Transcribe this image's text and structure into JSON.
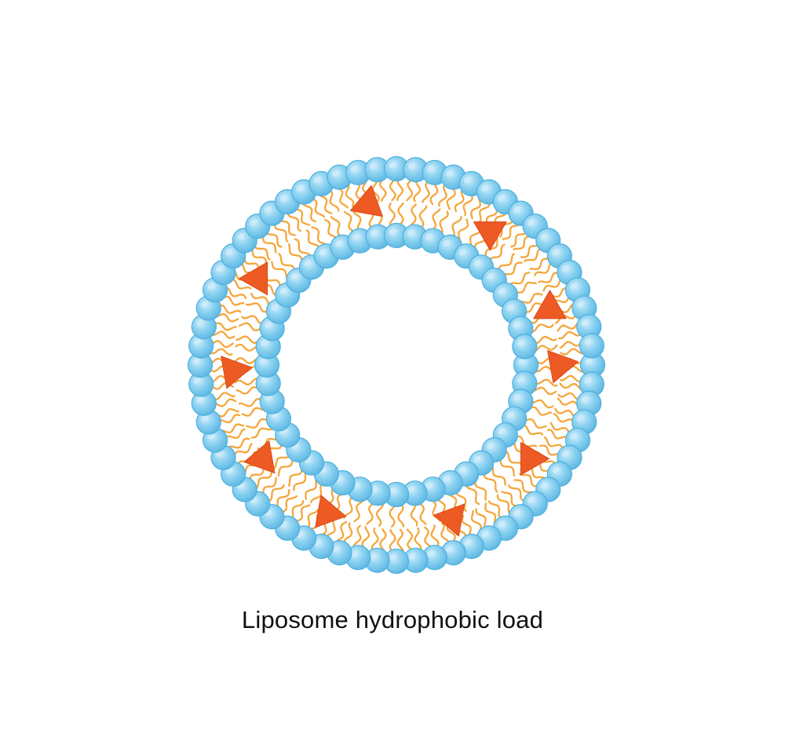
{
  "caption": "Liposome hydrophobic load",
  "colors": {
    "head_fill": "#7FCBEE",
    "head_edge": "#4FB0DE",
    "head_highlight": "#CDEBFA",
    "tail": "#F5A63A",
    "drug": "#EE5A24",
    "background": "#FFFFFF"
  },
  "membrane": {
    "outer_head_count": 64,
    "inner_head_count": 44
  },
  "drug_count": 10
}
